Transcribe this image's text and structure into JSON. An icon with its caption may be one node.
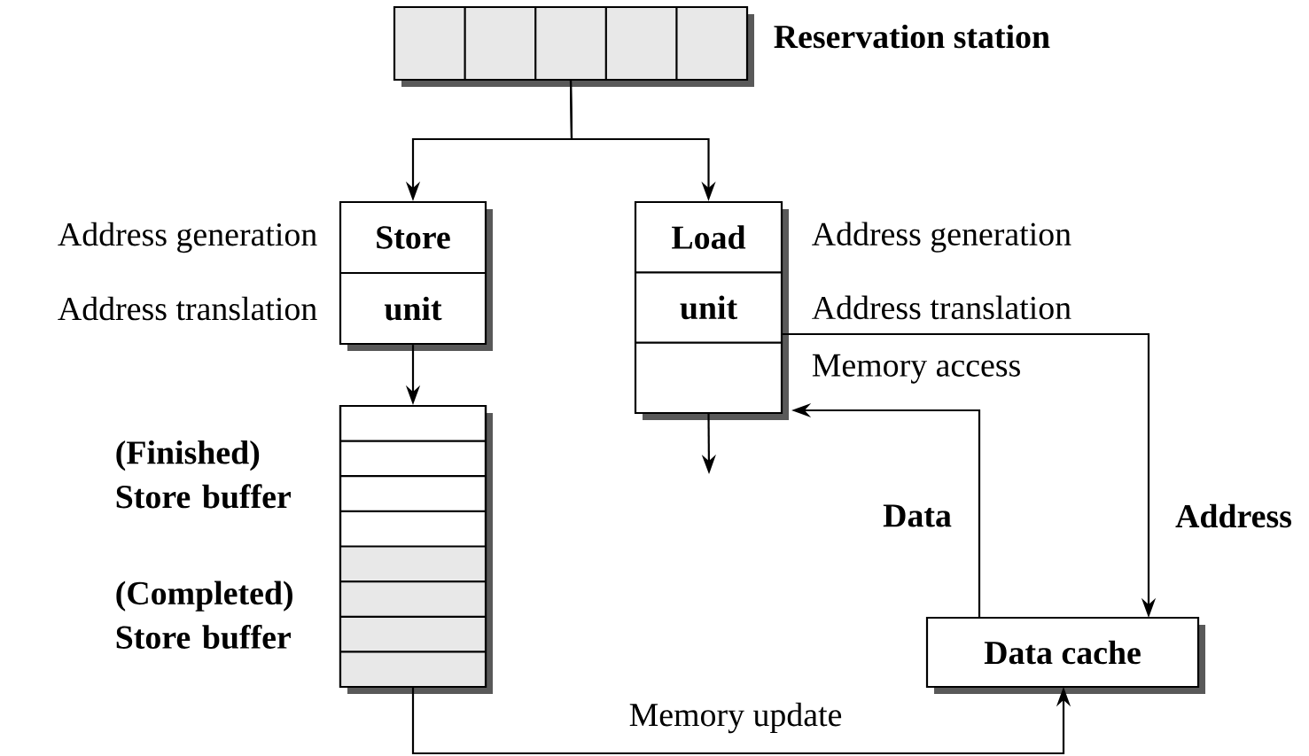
{
  "diagram": {
    "nodes": [
      {
        "text": [
          "Reservation station"
        ]
      },
      {
        "text": [
          "Store",
          "unit"
        ],
        "beside": [
          "Address generation",
          "Address translation"
        ]
      },
      {
        "text": [
          "Load",
          "unit"
        ],
        "beside": [
          "Address generation",
          "Address translation",
          "Memory access"
        ]
      },
      {
        "text": [
          "(Finished) Store buffer",
          "(Completed) Store buffer"
        ]
      },
      {
        "text": [
          "Data cache"
        ]
      }
    ],
    "edges": [
      {
        "from": 0,
        "to": 1,
        "arrow": "to"
      },
      {
        "from": 0,
        "to": 2,
        "arrow": "to"
      },
      {
        "from": 1,
        "to": 3,
        "arrow": "to"
      },
      {
        "from": 2,
        "to": null,
        "arrow": "to"
      },
      {
        "from": 2,
        "to": 4,
        "label": "Address",
        "arrow": "to"
      },
      {
        "from": 4,
        "to": 2,
        "label": "Data",
        "arrow": "to"
      },
      {
        "from": 3,
        "to": 4,
        "label": "Memory update",
        "arrow": "to"
      }
    ]
  }
}
